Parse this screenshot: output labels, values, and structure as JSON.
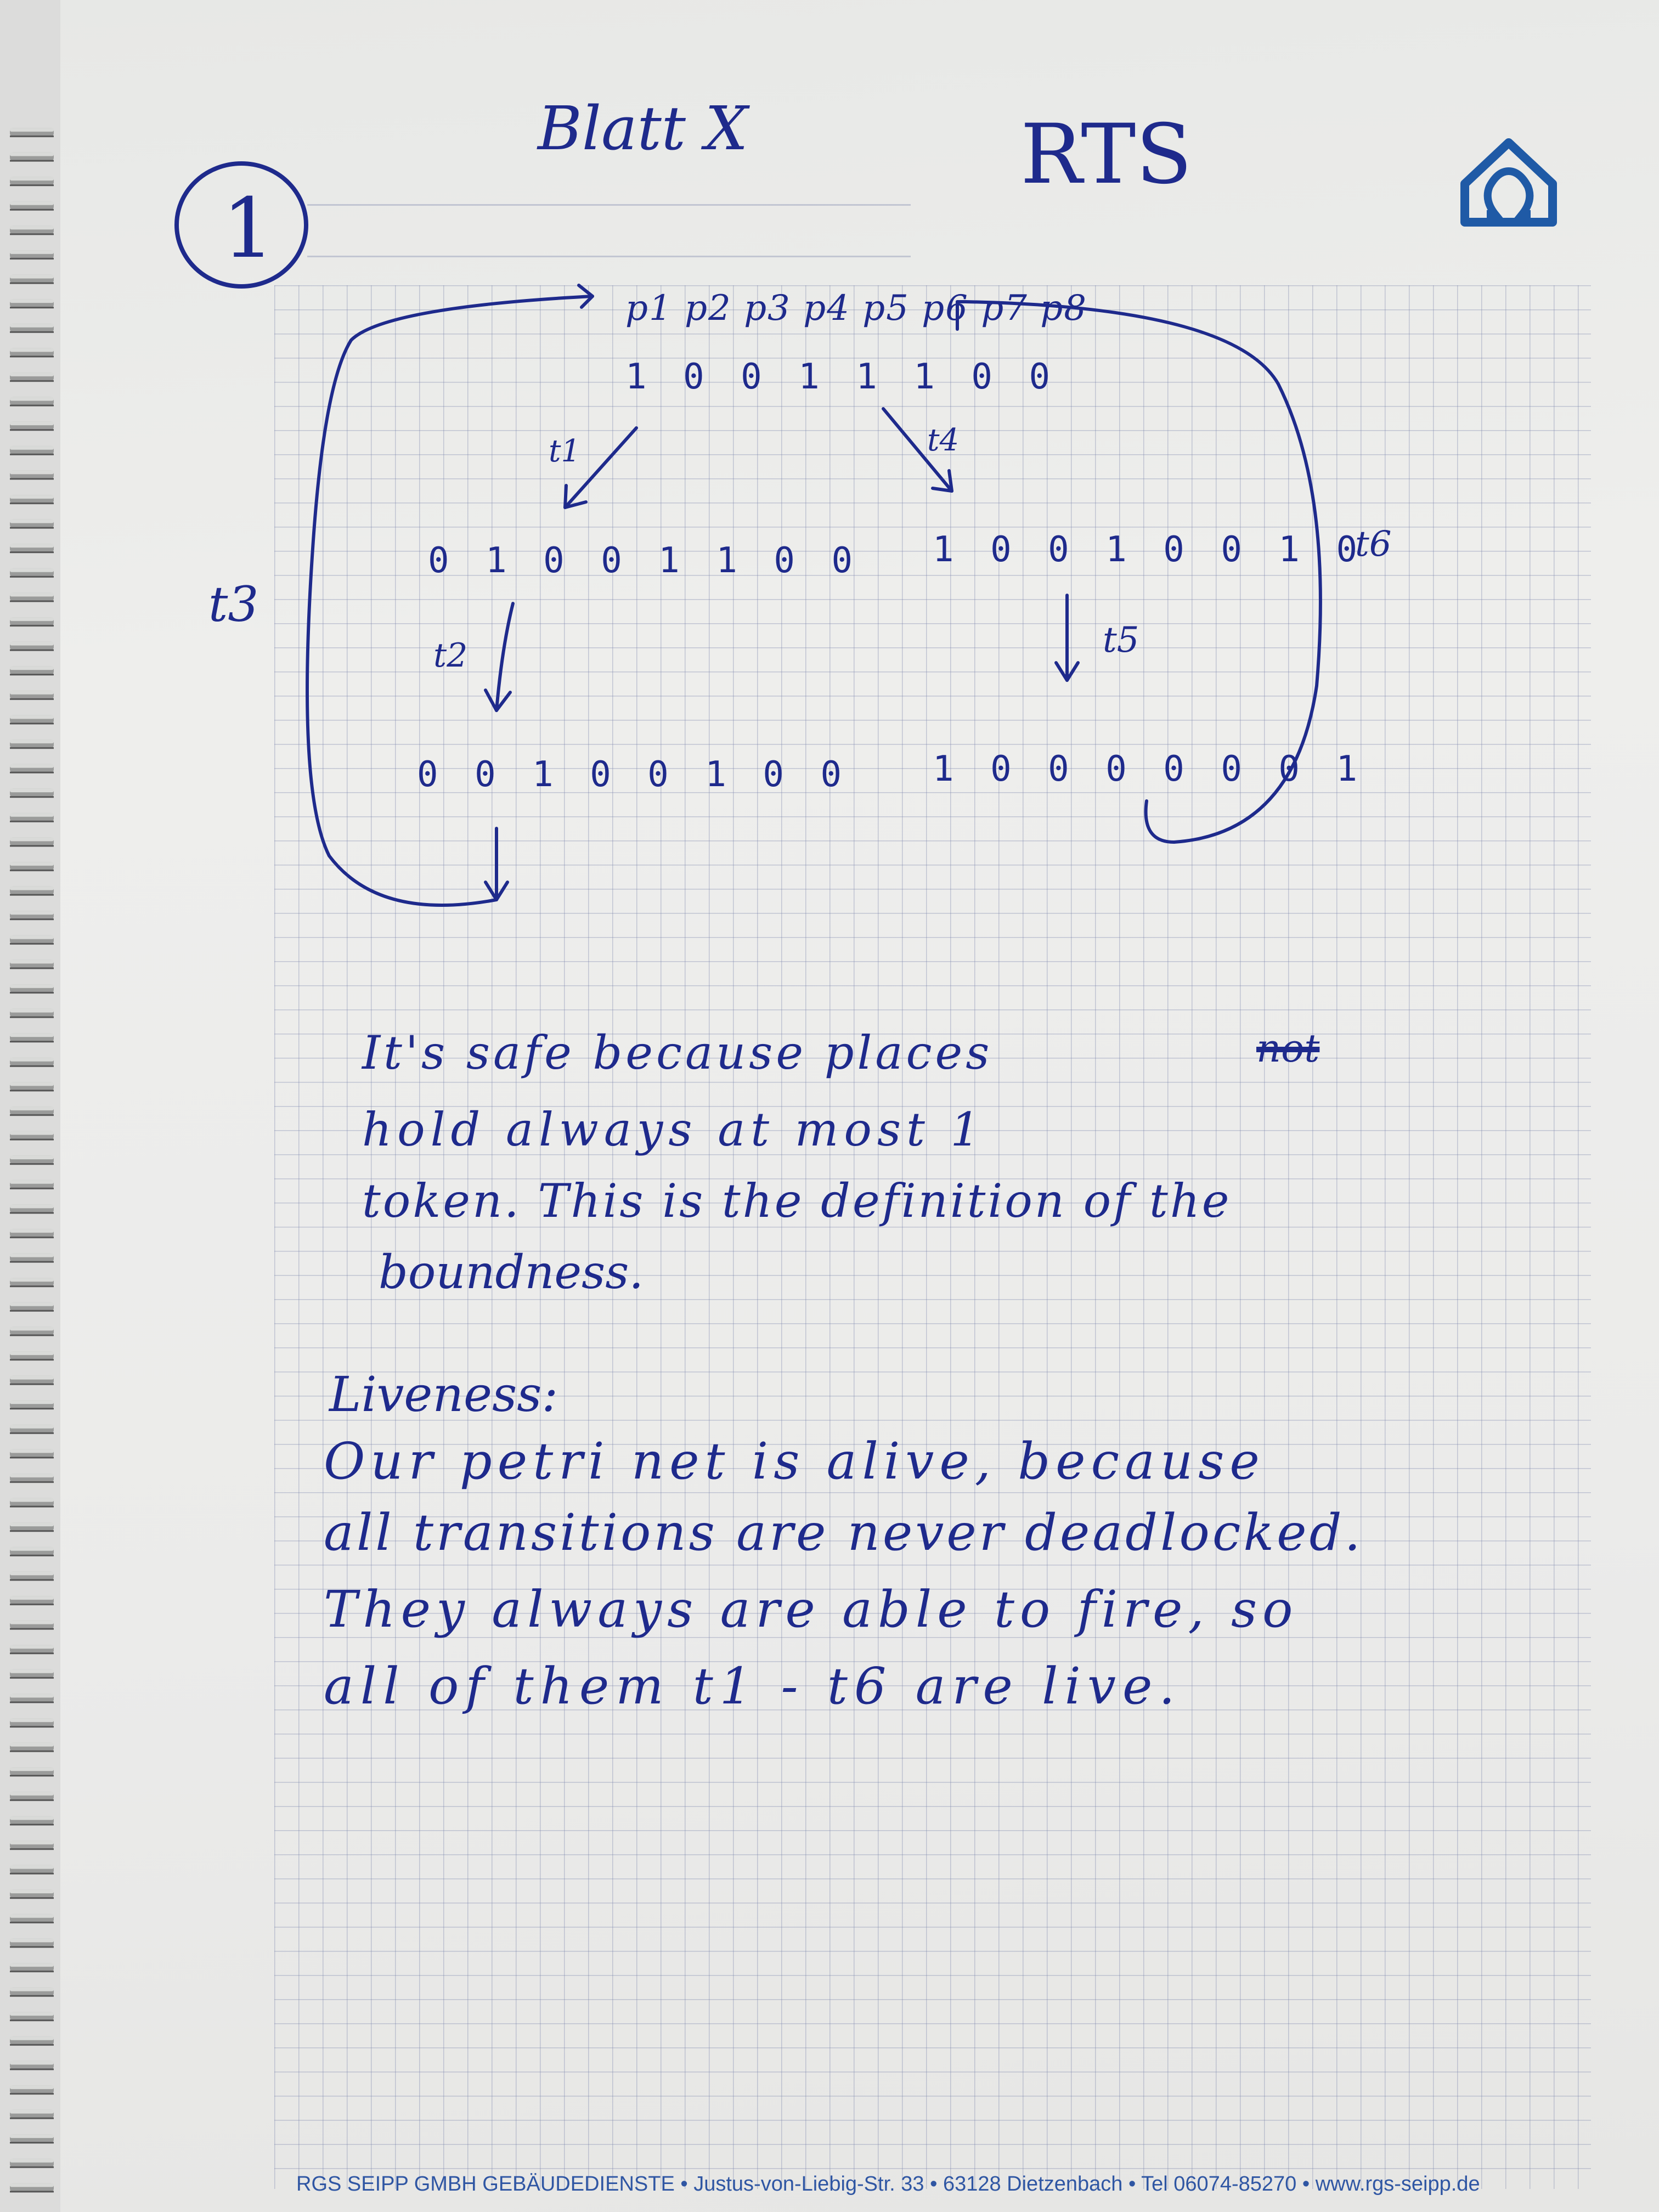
{
  "header": {
    "sheet_label": "Blatt X",
    "course": "RTS",
    "exercise_number": "1"
  },
  "diagram": {
    "places_header": "p1 p2 p3 p4 p5 p6 p7 p8",
    "places": [
      "p1",
      "p2",
      "p3",
      "p4",
      "p5",
      "p6",
      "p7",
      "p8"
    ],
    "initial_marking": "1 0 0 1 1 1 0 0",
    "marking_after_t1": "0 1 0 0 1 1 0 0",
    "marking_after_t2": "0 0 1 0 0 1 0 0",
    "marking_after_t4": "1 0 0 1 0 0 1 0",
    "marking_after_t5": "1 0 0 0 0 0 0 1",
    "transitions": {
      "t1": "t1",
      "t2": "t2",
      "t3": "t3",
      "t4": "t4",
      "t5": "t5",
      "t6": "t6"
    }
  },
  "notes": {
    "safeness_lines": [
      "It's safe because places",
      "hold always at most 1",
      "token. This is the definition of the",
      "boundness."
    ],
    "safeness_struck_word": "not",
    "liveness_heading": "Liveness:",
    "liveness_lines": [
      "Our petri net is alive, because",
      "all transitions are never deadlocked.",
      "They always are able to fire, so",
      "all of them t1 - t6 are live."
    ]
  },
  "footer": {
    "text": "RGS SEIPP GMBH GEBÄUDEDIENSTE • Justus-von-Liebig-Str. 33 • 63128 Dietzenbach • Tel 06074-85270 • www.rgs-seipp.de"
  },
  "colors": {
    "ink": "#1e2a8c",
    "brand": "#2f56a3",
    "grid": "#7882aa"
  },
  "icons": {
    "logo": "house-omega-logo-icon"
  }
}
